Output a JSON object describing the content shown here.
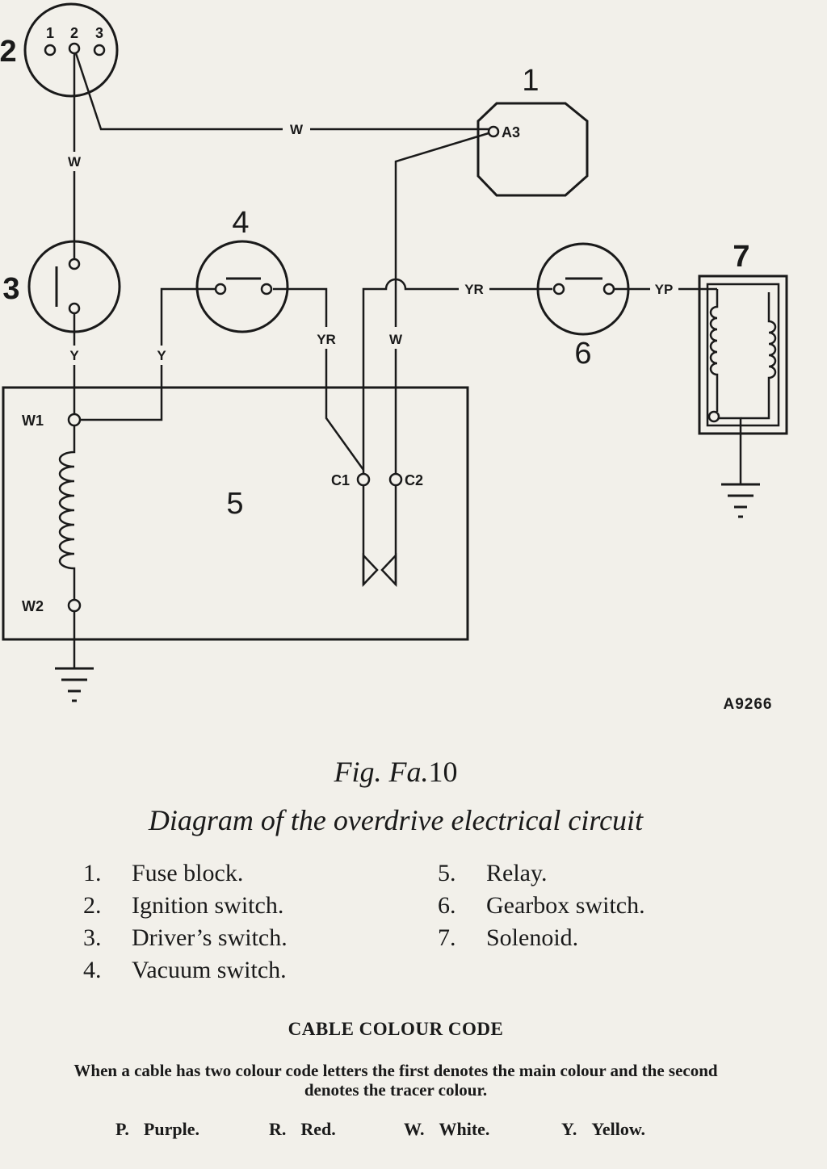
{
  "components": {
    "fuse_block": {
      "number": "1",
      "terminal": "A3"
    },
    "ignition_switch": {
      "number": "2",
      "terminals": [
        "1",
        "2",
        "3"
      ]
    },
    "drivers_switch": {
      "number": "3"
    },
    "vacuum_switch": {
      "number": "4"
    },
    "relay": {
      "number": "5",
      "terminals": [
        "W1",
        "W2",
        "C1",
        "C2"
      ]
    },
    "gearbox_switch": {
      "number": "6"
    },
    "solenoid": {
      "number": "7"
    }
  },
  "wire_labels": {
    "ign_to_fuse": "W",
    "ign_to_drivers": "W",
    "drivers_to_relay": "Y",
    "relay_to_vacuum": "Y",
    "vacuum_to_relay": "YR",
    "fuse_to_relay": "W",
    "relay_to_gearbox": "YR",
    "gearbox_to_solenoid": "YP"
  },
  "ref_code": "A9266",
  "figure": {
    "prefix": "Fig. Fa.",
    "number": "10"
  },
  "caption": "Diagram of the overdrive electrical circuit",
  "legend": {
    "left": [
      {
        "key": "1.",
        "text": "Fuse block."
      },
      {
        "key": "2.",
        "text": "Ignition switch."
      },
      {
        "key": "3.",
        "text": "Driver’s switch."
      },
      {
        "key": "4.",
        "text": "Vacuum switch."
      }
    ],
    "right": [
      {
        "key": "5.",
        "text": "Relay."
      },
      {
        "key": "6.",
        "text": "Gearbox switch."
      },
      {
        "key": "7.",
        "text": "Solenoid."
      }
    ]
  },
  "cable_code": {
    "title": "CABLE COLOUR CODE",
    "text": "When a cable has two colour code letters the first denotes the main colour and the second denotes the tracer colour.",
    "codes": [
      {
        "letter": "P.",
        "name": "Purple."
      },
      {
        "letter": "R.",
        "name": "Red."
      },
      {
        "letter": "W.",
        "name": "White."
      },
      {
        "letter": "Y.",
        "name": "Yellow."
      }
    ]
  }
}
